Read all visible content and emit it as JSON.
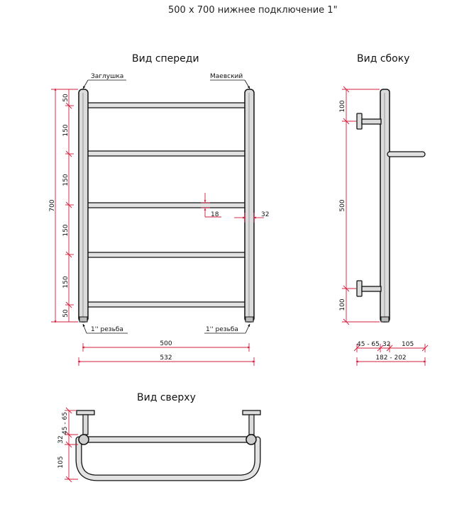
{
  "header": {
    "title": "500 х 700 нижнее подключение 1\""
  },
  "views": {
    "front": {
      "title": "Вид спереди",
      "label_plug": "Заглушка",
      "label_mayevsky": "Маевский",
      "label_thread_left": "1'' резьба",
      "label_thread_right": "1'' резьба"
    },
    "side": {
      "title": "Вид сбоку"
    },
    "top": {
      "title": "Вид сверху"
    }
  },
  "dimensions": {
    "front": {
      "total_height": "700",
      "segments": [
        "50",
        "150",
        "150",
        "150",
        "150",
        "50"
      ],
      "pipe_diameter": "18",
      "riser_diameter": "32",
      "center_width": "500",
      "total_width": "532"
    },
    "side": {
      "top_offset": "100",
      "center_span": "500",
      "bottom_offset": "100",
      "wall_gap": "45 - 65",
      "pipe": "32",
      "depth": "105",
      "total_depth": "182 - 202"
    },
    "top": {
      "wall_gap": "45 - 65",
      "pipe": "32",
      "depth": "105"
    }
  },
  "colors": {
    "dimension": "#d21f3c",
    "pipe_fill": "#dddddd",
    "outline": "#111111"
  }
}
